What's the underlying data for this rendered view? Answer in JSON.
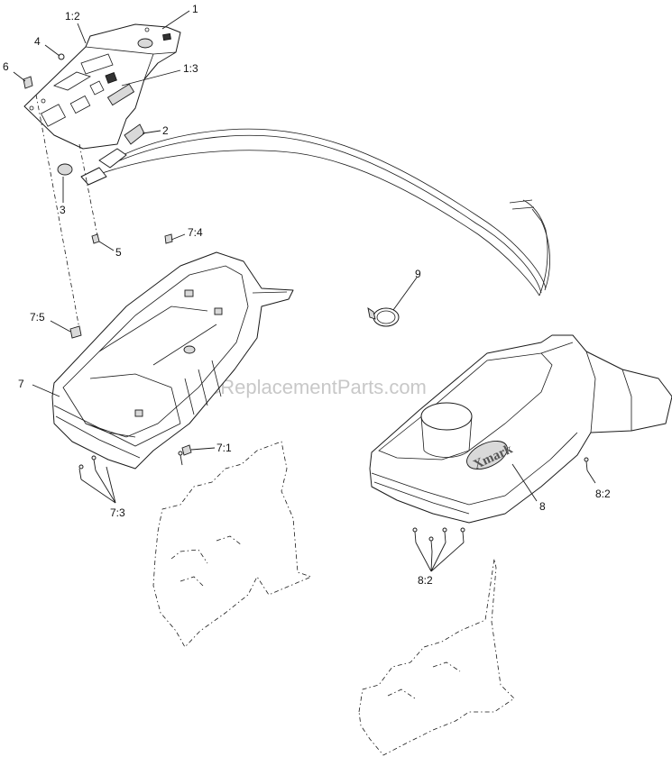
{
  "watermark": "eReplacementParts.com",
  "brand_logo": "Xmark",
  "callouts": {
    "c1": "1",
    "c1_2": "1:2",
    "c1_3": "1:3",
    "c2": "2",
    "c3": "3",
    "c4": "4",
    "c5": "5",
    "c6": "6",
    "c7": "7",
    "c7_1": "7:1",
    "c7_3": "7:3",
    "c7_4": "7:4",
    "c7_5": "7:5",
    "c8": "8",
    "c8_2a": "8:2",
    "c8_2b": "8:2",
    "c9": "9"
  }
}
